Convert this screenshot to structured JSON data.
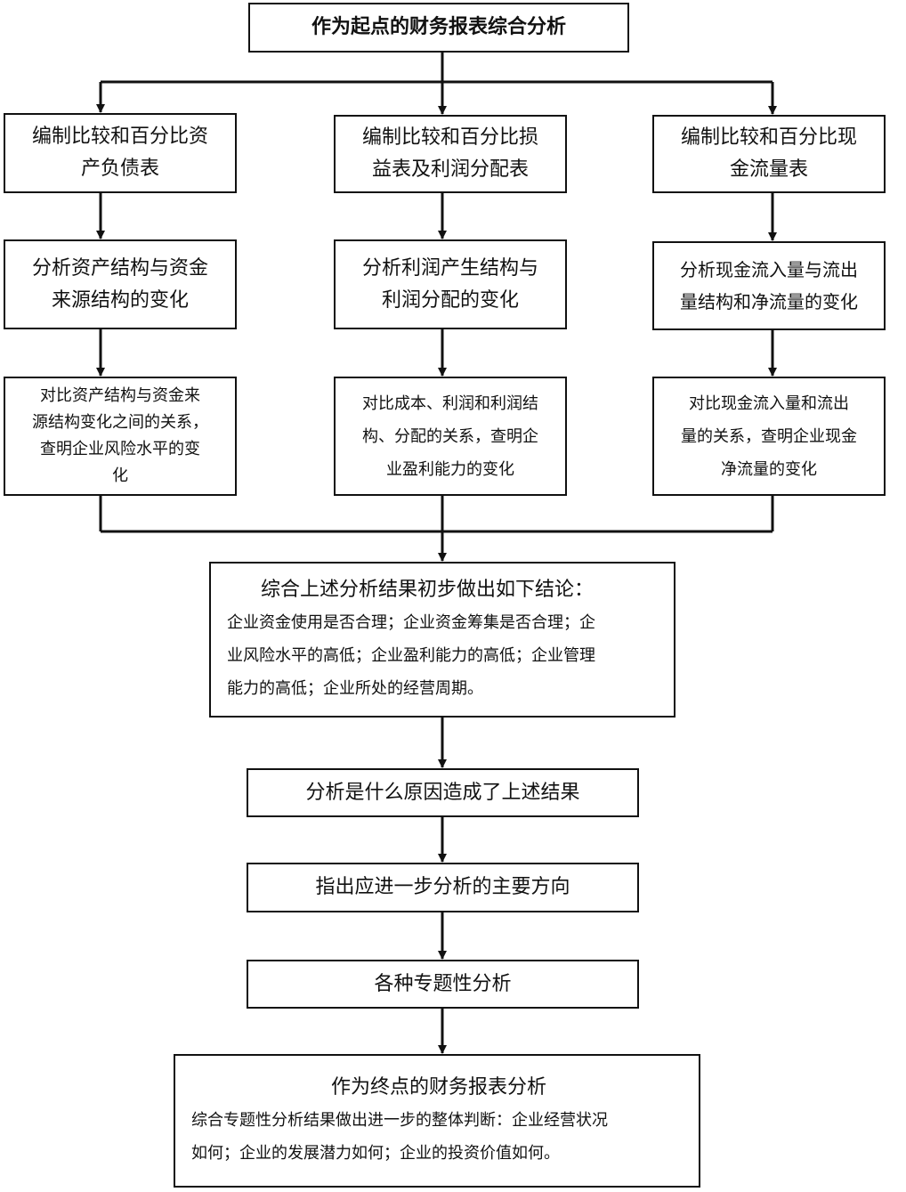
{
  "start": "作为起点的财务报表综合分析",
  "columns": [
    {
      "prepare": "编制比较和百分比资\n产负债表",
      "analyze": "分析资产结构与资金\n来源结构的变化",
      "compare": "对比资产结构与资金来\n源结构变化之间的关系，\n查明企业风险水平的变\n化"
    },
    {
      "prepare": "编制比较和百分比损\n益表及利润分配表",
      "analyze": "分析利润产生结构与\n利润分配的变化",
      "compare": "对比成本、利润和利润结\n构、分配的关系，查明企\n业盈利能力的变化"
    },
    {
      "prepare": "编制比较和百分比现\n金流量表",
      "analyze": "分析现金流入量与流出\n量结构和净流量的变化",
      "compare": "对比现金流入量和流出\n量的关系，查明企业现金\n净流量的变化"
    }
  ],
  "summary": {
    "title": "综合上述分析结果初步做出如下结论：",
    "body": "企业资金使用是否合理；企业资金筹集是否合理；企\n业风险水平的高低；企业盈利能力的高低；企业管理\n能力的高低；企业所处的经营周期。"
  },
  "steps": [
    "分析是什么原因造成了上述结果",
    "指出应进一步分析的主要方向",
    "各种专题性分析"
  ],
  "end": {
    "title": "作为终点的财务报表分析",
    "body": "综合专题性分析结果做出进一步的整体判断：企业经营状况\n如何；企业的发展潜力如何；企业的投资价值如何。"
  }
}
